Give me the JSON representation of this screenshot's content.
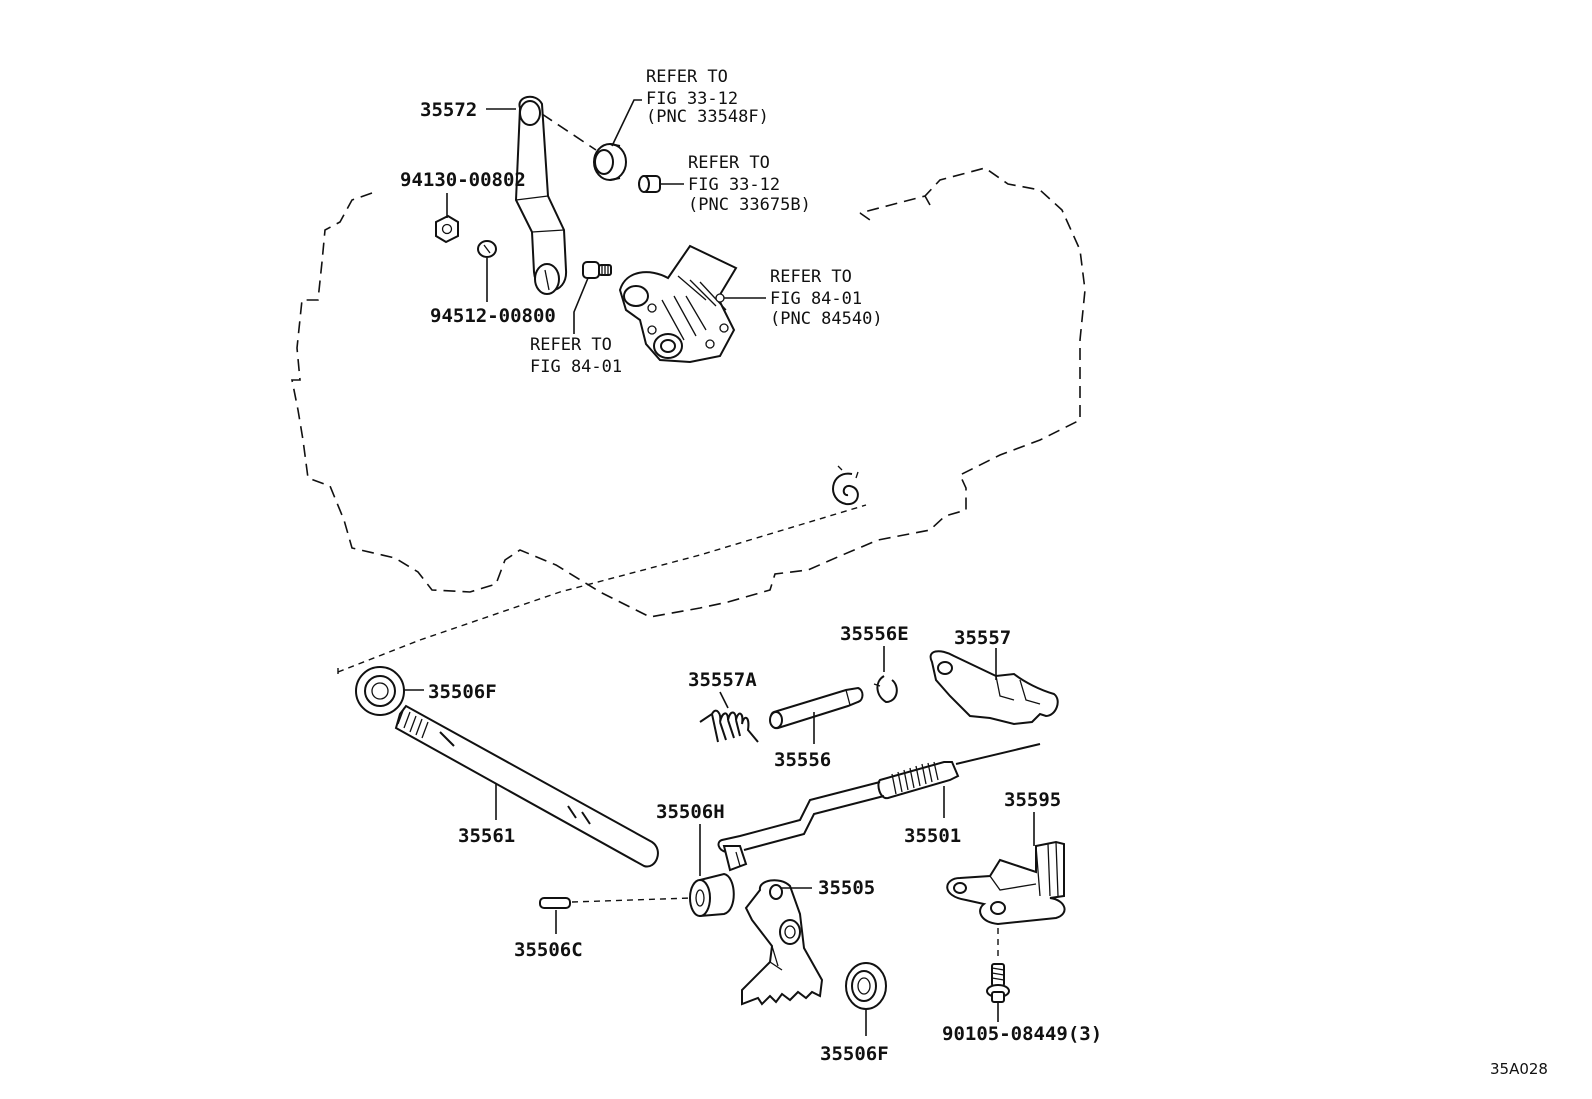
{
  "figure_id": "35A028",
  "part_labels": {
    "p35572": "35572",
    "p94130": "94130-00802",
    "p94512": "94512-00800",
    "p35506F_top": "35506F",
    "p35561": "35561",
    "p35557A": "35557A",
    "p35556": "35556",
    "p35556E": "35556E",
    "p35557": "35557",
    "p35506H": "35506H",
    "p35506C": "35506C",
    "p35505": "35505",
    "p35506F_bottom": "35506F",
    "p35501": "35501",
    "p35595": "35595",
    "p90105": "90105-08449(3)"
  },
  "references": {
    "r1": {
      "line1": "REFER TO",
      "line2": "FIG 33-12",
      "line3": "(PNC 33548F)"
    },
    "r2": {
      "line1": "REFER TO",
      "line2": "FIG 33-12",
      "line3": "(PNC 33675B)"
    },
    "r3": {
      "line1": "REFER TO",
      "line2": "FIG 84-01",
      "line3": "(PNC 84540)"
    },
    "r4": {
      "line1": "REFER TO",
      "line2": "FIG 84-01"
    }
  }
}
